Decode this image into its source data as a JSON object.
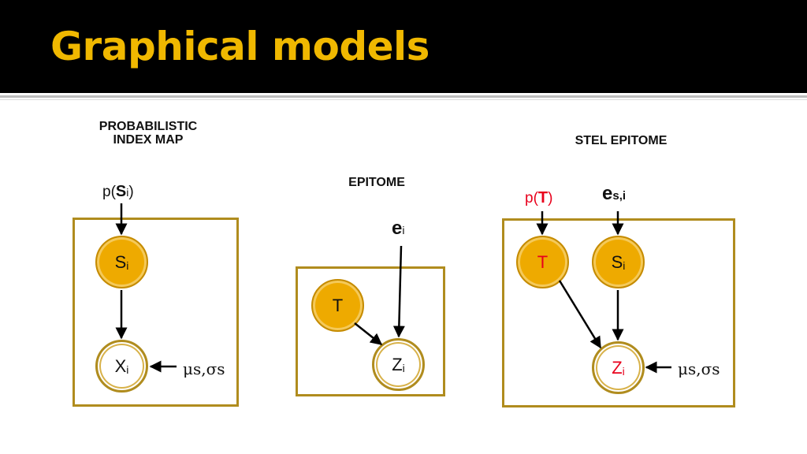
{
  "slide": {
    "title": "Graphical models"
  },
  "pim": {
    "caption_line1": "PROBABILISTIC",
    "caption_line2": "INDEX MAP",
    "prior_prefix": "p(",
    "prior_var": "S",
    "prior_sub": "i",
    "prior_suffix": ")",
    "node_s": {
      "main": "S",
      "sub": "i"
    },
    "node_x": {
      "main": "X",
      "sub": "i"
    },
    "param": "μs,σs"
  },
  "epitome": {
    "caption": "EPITOME",
    "e_main": "e",
    "e_sub": "i",
    "node_t": "T",
    "node_z": {
      "main": "Z",
      "sub": "i"
    }
  },
  "stel": {
    "caption": "STEL EPITOME",
    "prior_prefix": "p(",
    "prior_var": "T",
    "prior_suffix": ")",
    "e_main": "e",
    "e_sub": "s,i",
    "node_t": "T",
    "node_s": {
      "main": "S",
      "sub": "i"
    },
    "node_z": {
      "main": "Z",
      "sub": "i"
    },
    "param": "μs,σs"
  },
  "colors": {
    "accent": "#f0b800",
    "node_fill": "#eeaa00",
    "plate": "#b08c1e",
    "highlight": "#e8001c"
  }
}
